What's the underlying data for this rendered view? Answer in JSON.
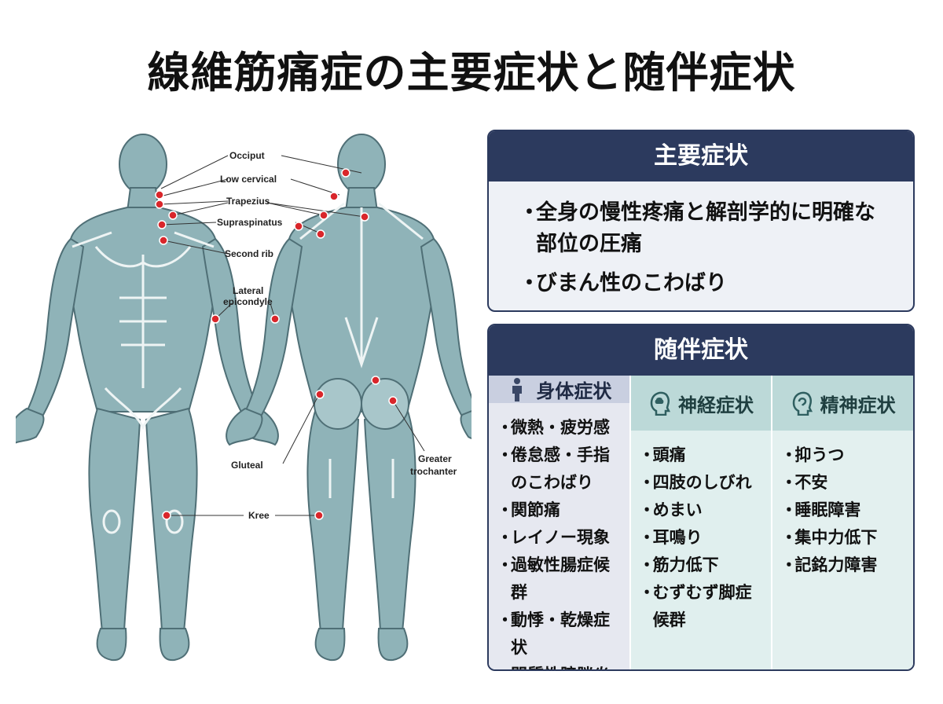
{
  "title": "線維筋痛症の主要症状と随伴症状",
  "figure": {
    "labels": {
      "occiput": "Occiput",
      "low_cervical": "Low cervical",
      "trapezius": "Trapezius",
      "supraspinatus": "Supraspinatus",
      "second_rib": "Second rib",
      "lateral": "Lateral",
      "epicondyle": "epicondyle",
      "gluteal": "Gluteal",
      "greater": "Greater",
      "trochanter": "trochanter",
      "knee": "Kree"
    },
    "colors": {
      "muscle": "#8fb3b8",
      "tendon": "#eef4f4",
      "outline": "#4f6f76",
      "tender_point": "#d9262b"
    }
  },
  "main": {
    "heading": "主要症状",
    "items": [
      "全身の慢性疼痛と解剖学的に明確な部位の圧痛",
      "びまん性のこわばり"
    ]
  },
  "sub": {
    "heading": "随伴症状",
    "columns": [
      {
        "heading": "身体症状",
        "icon": "person-icon",
        "items": [
          "微熱・疲労感",
          "倦怠感・手指のこわばり",
          "関節痛",
          "レイノー現象",
          "過敏性腸症候群",
          "動悸・乾燥症状",
          "間質性膀胱炎"
        ]
      },
      {
        "heading": "神経症状",
        "icon": "brain-head-icon",
        "items": [
          "頭痛",
          "四肢のしびれ",
          "めまい",
          "耳鳴り",
          "筋力低下",
          "むずむず脚症候群"
        ]
      },
      {
        "heading": "精神症状",
        "icon": "mind-head-icon",
        "items": [
          "抑うつ",
          "不安",
          "睡眠障害",
          "集中力低下",
          "記銘力障害"
        ]
      }
    ]
  },
  "colors": {
    "navy": "#2c3a5e",
    "teal": "#bcd9d8",
    "lavender": "#c9cfe0"
  }
}
